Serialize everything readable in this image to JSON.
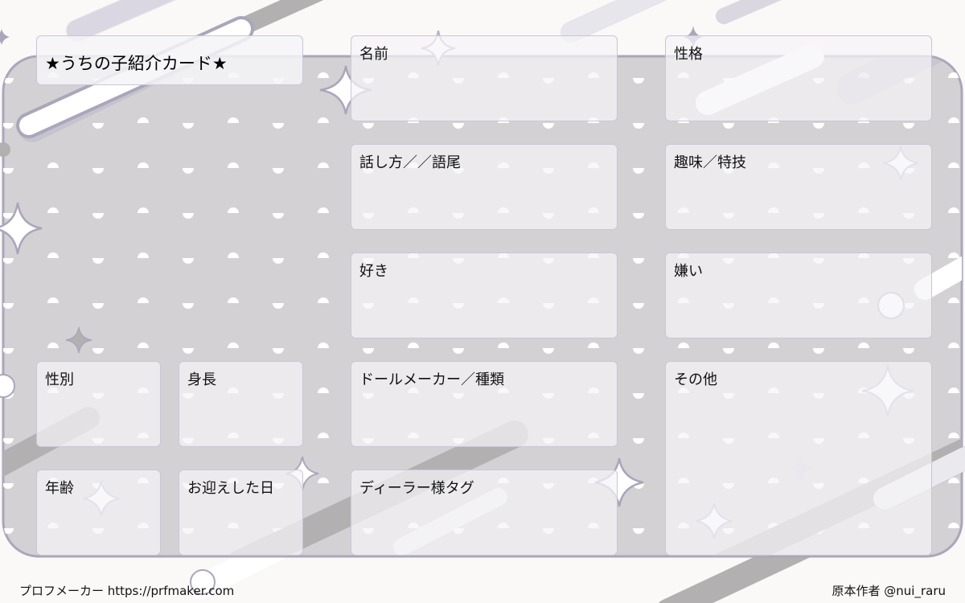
{
  "card": {
    "title": "★うちの子紹介カード★",
    "fields": {
      "name": "名前",
      "personality": "性格",
      "speech": "話し方／／語尾",
      "hobby": "趣味／特技",
      "likes": "好き",
      "dislikes": "嫌い",
      "gender": "性別",
      "height": "身長",
      "doll_maker": "ドールメーカー／種類",
      "other": "その他",
      "age": "年齢",
      "welcome_day": "お迎えした日",
      "dealer_tag": "ディーラー様タグ"
    }
  },
  "footer": {
    "left": "プロフメーカー https://prfmaker.com",
    "right": "原本作者 @nui_raru"
  },
  "colors": {
    "panel": "#d4d1d5",
    "panel_border": "#a9a7ba",
    "dot": "#ffffff",
    "stripe": "#b3b0b2",
    "box_border": "#c9c6d6"
  }
}
